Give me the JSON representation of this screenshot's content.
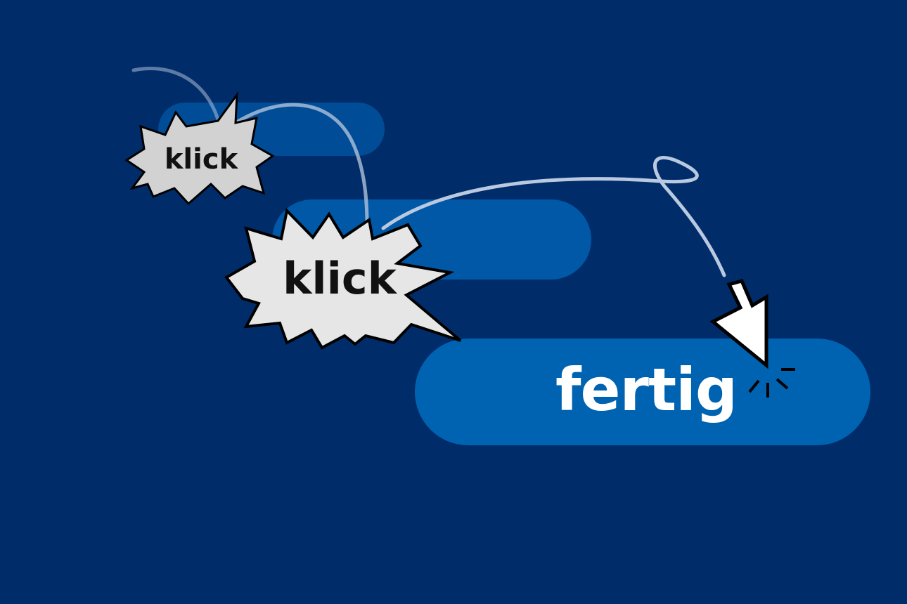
{
  "scene": {
    "background_color": "#002d6a",
    "buttons": [
      {
        "id": "button-1",
        "label": "",
        "color": "#004c97"
      },
      {
        "id": "button-2",
        "label": "",
        "color": "#0058a6"
      },
      {
        "id": "button-3",
        "label": "fertig",
        "color": "#0063b2"
      }
    ],
    "bursts": [
      {
        "label": "klick",
        "fill": "#d2d2d2"
      },
      {
        "label": "klick",
        "fill": "#e6e6e6"
      }
    ],
    "cursor": {
      "icon": "mouse-pointer-icon",
      "fill": "#ffffff"
    },
    "path_color": "#b9c9e0"
  }
}
